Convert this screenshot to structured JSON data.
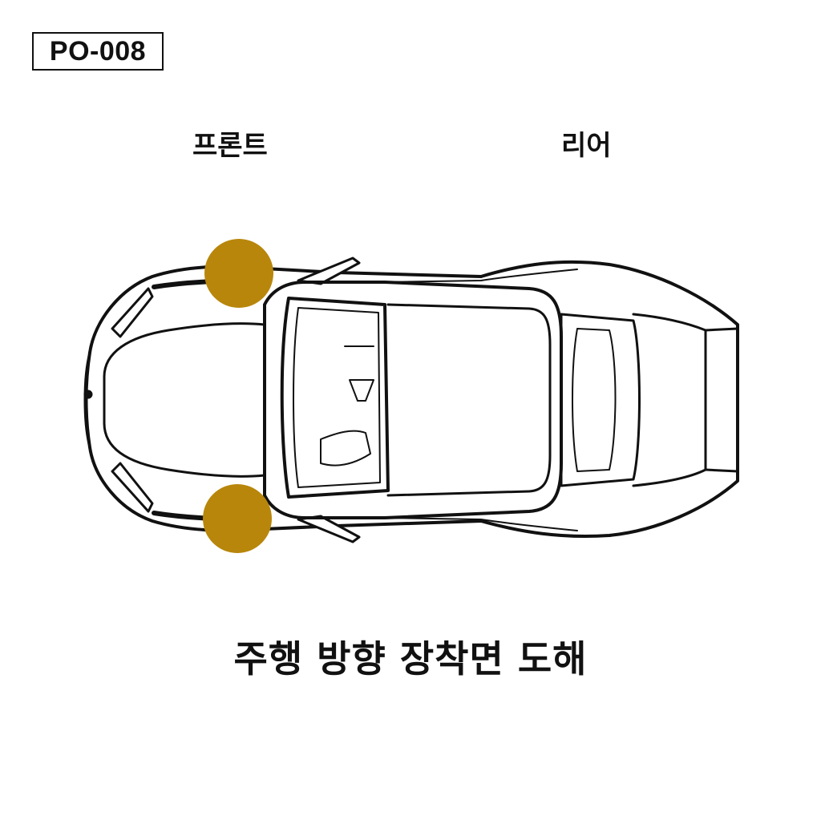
{
  "product_code": "PO-008",
  "labels": {
    "front": "프론트",
    "rear": "리어"
  },
  "caption": "주행 방향 장착면 도해",
  "icons": {
    "vehicle": "car-top-view-icon",
    "marker": "mounting-point-marker"
  },
  "colors": {
    "marker": "#B8860B",
    "outline": "#111111",
    "background": "#FFFFFF"
  }
}
